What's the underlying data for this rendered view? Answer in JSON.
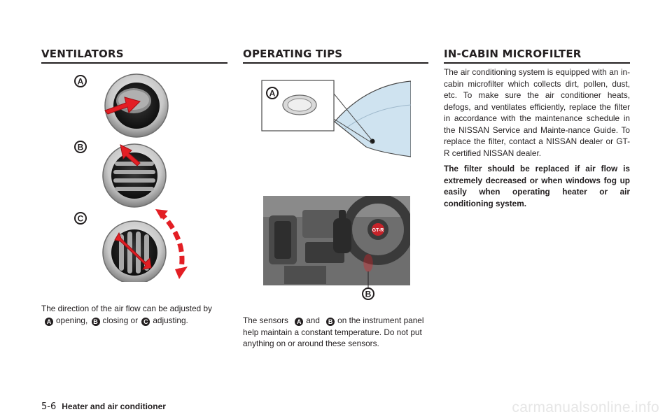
{
  "sections": {
    "ventilators": {
      "heading": "VENTILATORS",
      "fig_labels": [
        "A",
        "B",
        "C"
      ],
      "desc_line1": "The direction of the air flow can be adjusted by",
      "desc_line2": [
        {
          "marker": "A",
          "text": "opening,"
        },
        {
          "marker": "B",
          "text": "closing or"
        },
        {
          "marker": "C",
          "text": "adjusting."
        }
      ]
    },
    "operating_tips": {
      "heading": "OPERATING TIPS",
      "fig1_label": "A",
      "fig2_label": "B",
      "dash_logo": "GT-R",
      "desc_pre": "The sensors",
      "marker_a": "A",
      "desc_and": "and",
      "marker_b": "B",
      "desc_post": "on the instrument",
      "desc_rest": "panel help maintain a constant temperature. Do not put anything on or around these sensors."
    },
    "microfilter": {
      "heading": "IN-CABIN MICROFILTER",
      "para": "The air conditioning system is equipped with an in-cabin microfilter which collects dirt, pollen, dust, etc. To make sure the air conditioner heats, defogs, and ventilates efficiently, replace the filter in accordance with the maintenance schedule in the NISSAN Service and Mainte-nance Guide. To replace the filter, contact a NISSAN dealer or GT-R certified NISSAN dealer.",
      "warning": "The filter should be replaced if air flow is extremely decreased or when windows fog up easily when operating heater or air conditioning system."
    }
  },
  "footer": {
    "page_number": "5-6",
    "section_title": "Heater and air conditioner"
  },
  "watermark": "carmanualsonline.info",
  "colors": {
    "text": "#231f20",
    "arrow_red": "#e31e24",
    "vent_gray": "#8a8a8a",
    "glass_blue": "#cfe3f0"
  }
}
